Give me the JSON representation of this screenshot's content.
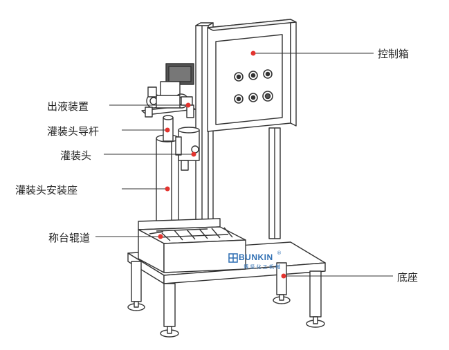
{
  "labels": {
    "control_box": "控制箱",
    "outlet_device": "出液装置",
    "guide_rod": "灌装头导杆",
    "filling_head": "灌装头",
    "head_mount": "灌装头安装座",
    "roller_conveyor": "称台辊道",
    "base": "底座"
  },
  "brand": {
    "name": "BUNKIN",
    "registered": "®",
    "subtitle": "博 坚 化 工 机 械"
  },
  "colors": {
    "marker": "#e3342f",
    "line": "#333333",
    "brand": "#2f6fb3"
  }
}
